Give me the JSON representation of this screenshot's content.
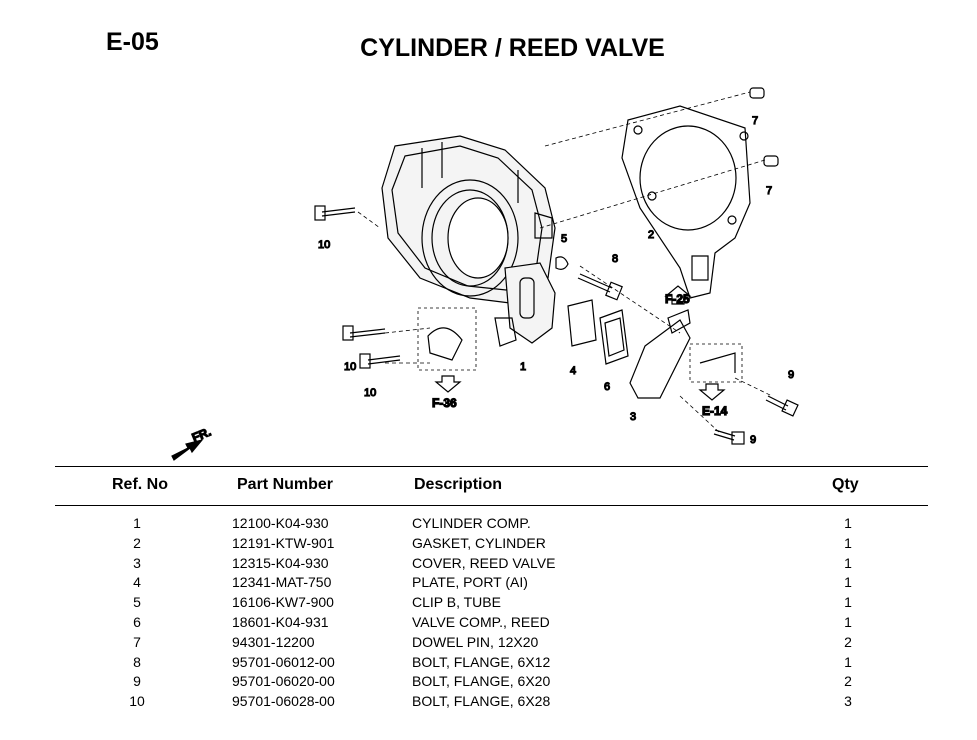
{
  "header": {
    "code": "E-05",
    "title": "CYLINDER / REED VALVE"
  },
  "diagram": {
    "callouts": [
      "10",
      "5",
      "8",
      "1",
      "4",
      "6",
      "3",
      "2",
      "7",
      "7",
      "9",
      "9",
      "10",
      "10"
    ],
    "refs": [
      "F-25",
      "F-36",
      "E-14"
    ],
    "direction": "FR."
  },
  "table": {
    "headers": {
      "ref": "Ref. No",
      "part": "Part Number",
      "desc": "Description",
      "qty": "Qty"
    },
    "rows": [
      {
        "ref": "1",
        "part": "12100-K04-930",
        "desc": "CYLINDER COMP.",
        "qty": "1"
      },
      {
        "ref": "2",
        "part": "12191-KTW-901",
        "desc": "GASKET, CYLINDER",
        "qty": "1"
      },
      {
        "ref": "3",
        "part": "12315-K04-930",
        "desc": "COVER, REED VALVE",
        "qty": "1"
      },
      {
        "ref": "4",
        "part": "12341-MAT-750",
        "desc": "PLATE, PORT (AI)",
        "qty": "1"
      },
      {
        "ref": "5",
        "part": "16106-KW7-900",
        "desc": "CLIP B, TUBE",
        "qty": "1"
      },
      {
        "ref": "6",
        "part": "18601-K04-931",
        "desc": "VALVE COMP., REED",
        "qty": "1"
      },
      {
        "ref": "7",
        "part": "94301-12200",
        "desc": "DOWEL PIN, 12X20",
        "qty": "2"
      },
      {
        "ref": "8",
        "part": "95701-06012-00",
        "desc": "BOLT, FLANGE, 6X12",
        "qty": "1"
      },
      {
        "ref": "9",
        "part": "95701-06020-00",
        "desc": "BOLT, FLANGE, 6X20",
        "qty": "2"
      },
      {
        "ref": "10",
        "part": "95701-06028-00",
        "desc": "BOLT, FLANGE, 6X28",
        "qty": "3"
      }
    ]
  }
}
